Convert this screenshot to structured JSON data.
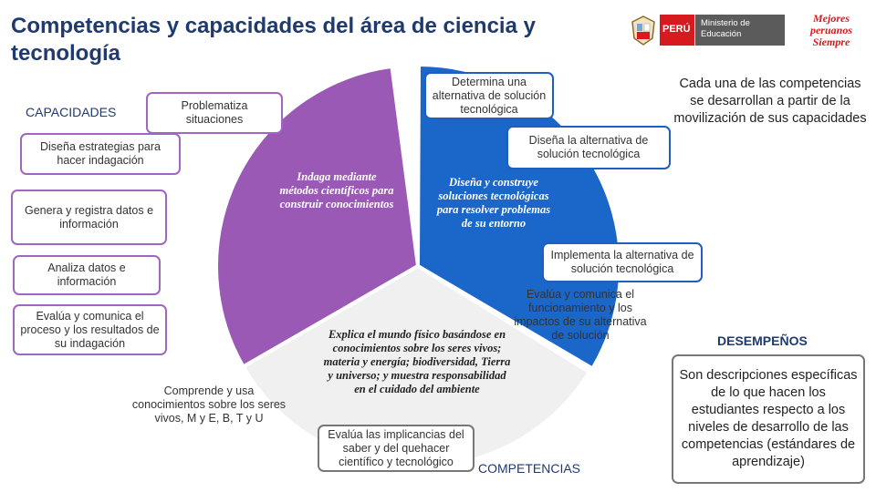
{
  "title": "Competencias y capacidades del área de ciencia y tecnología",
  "labels": {
    "capacidades": "CAPACIDADES",
    "competencias": "COMPETENCIAS",
    "desempenos": "DESEMPEÑOS"
  },
  "competencias": {
    "indaga": "Indaga mediante métodos científicos para construir conocimientos",
    "disena": "Diseña y construye soluciones tecnológicas para resolver problemas de su entorno",
    "explica": "Explica el mundo físico basándose en conocimientos sobre los seres vivos; materia y energía; biodiversidad, Tierra y universo; y muestra responsabilidad en el cuidado del ambiente"
  },
  "capacidades_indaga": [
    "Problematiza situaciones",
    "Diseña estrategias para hacer indagación",
    "Genera y registra datos e información",
    "Analiza datos e información",
    "Evalúa y comunica el proceso y los resultados de su indagación"
  ],
  "capacidades_disena": [
    "Determina una alternativa de solución tecnológica",
    "Diseña la alternativa de solución tecnológica",
    "Implementa la alternativa de solución tecnológica",
    "Evalúa y comunica el funcionamiento y los impactos de su alternativa de solución"
  ],
  "capacidades_explica": [
    "Comprende y usa conocimientos sobre los seres vivos, M y E, B, T y U",
    "Evalúa las implicancias del saber y del quehacer científico y tecnológico"
  ],
  "note_top": "Cada una de las competencias se desarrollan a partir de la movilización de sus capacidades",
  "desempenos_text": "Son descripciones específicas de lo que hacen los estudiantes respecto a los niveles de desarrollo de las competencias (estándares de aprendizaje)",
  "logos": {
    "country": "PERÚ",
    "ministry": "Ministerio de Educación",
    "slogan_1": "Mejores",
    "slogan_2": "peruanos",
    "slogan_3": "Siempre"
  },
  "colors": {
    "indaga": "#9b59b6",
    "disena": "#1a66c9",
    "explica": "#f0f0f0",
    "title": "#1f3a6e",
    "peru_red": "#d71920"
  }
}
